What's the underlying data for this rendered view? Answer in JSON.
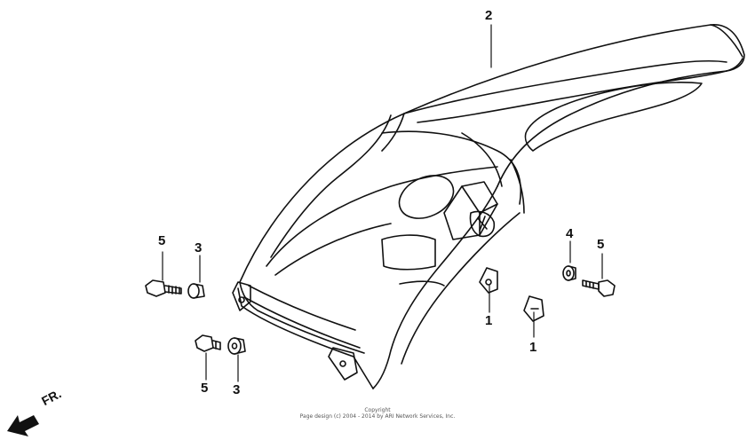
{
  "diagram": {
    "callouts": {
      "fender": "2",
      "clip_a": "1",
      "clip_b": "1",
      "washer_upper_left": "3",
      "bolt_upper_left": "5",
      "washer_lower_left": "3",
      "bolt_lower_left": "5",
      "collar_right": "4",
      "bolt_right": "5"
    },
    "direction_label": "FR.",
    "copyright_line1": "Copyright",
    "copyright_line2": "Page design (c) 2004 - 2014 by ARI Network Services, Inc."
  }
}
